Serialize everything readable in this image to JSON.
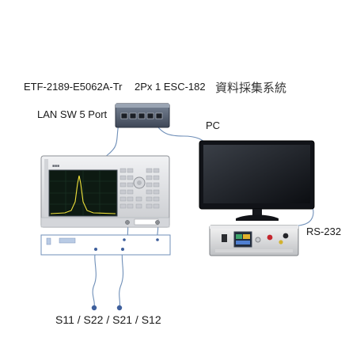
{
  "title": {
    "model": "ETF-2189-E5062A-Tr",
    "config": "2Px 1 ESC-182",
    "system": "資料採集系統"
  },
  "labels": {
    "lan_switch": "LAN SW 5 Port",
    "pc": "PC",
    "rs232": "RS-232",
    "ports": "S11 / S22 / S21 / S12"
  },
  "colors": {
    "cable": "#6f8fb8",
    "port_dot": "#3e5f9c",
    "switch_body": "#4a5566",
    "monitor_frame": "#1a1a1a",
    "analyzer_body": "#dedfe2",
    "analyzer_screen": "#0d1a12",
    "trace": "#f0e23a"
  },
  "devices": {
    "switch_icon": "network-switch",
    "monitor_icon": "computer-monitor",
    "analyzer_icon": "network-analyzer",
    "controller_icon": "test-controller",
    "fixture_icon": "switch-fixture-box"
  }
}
